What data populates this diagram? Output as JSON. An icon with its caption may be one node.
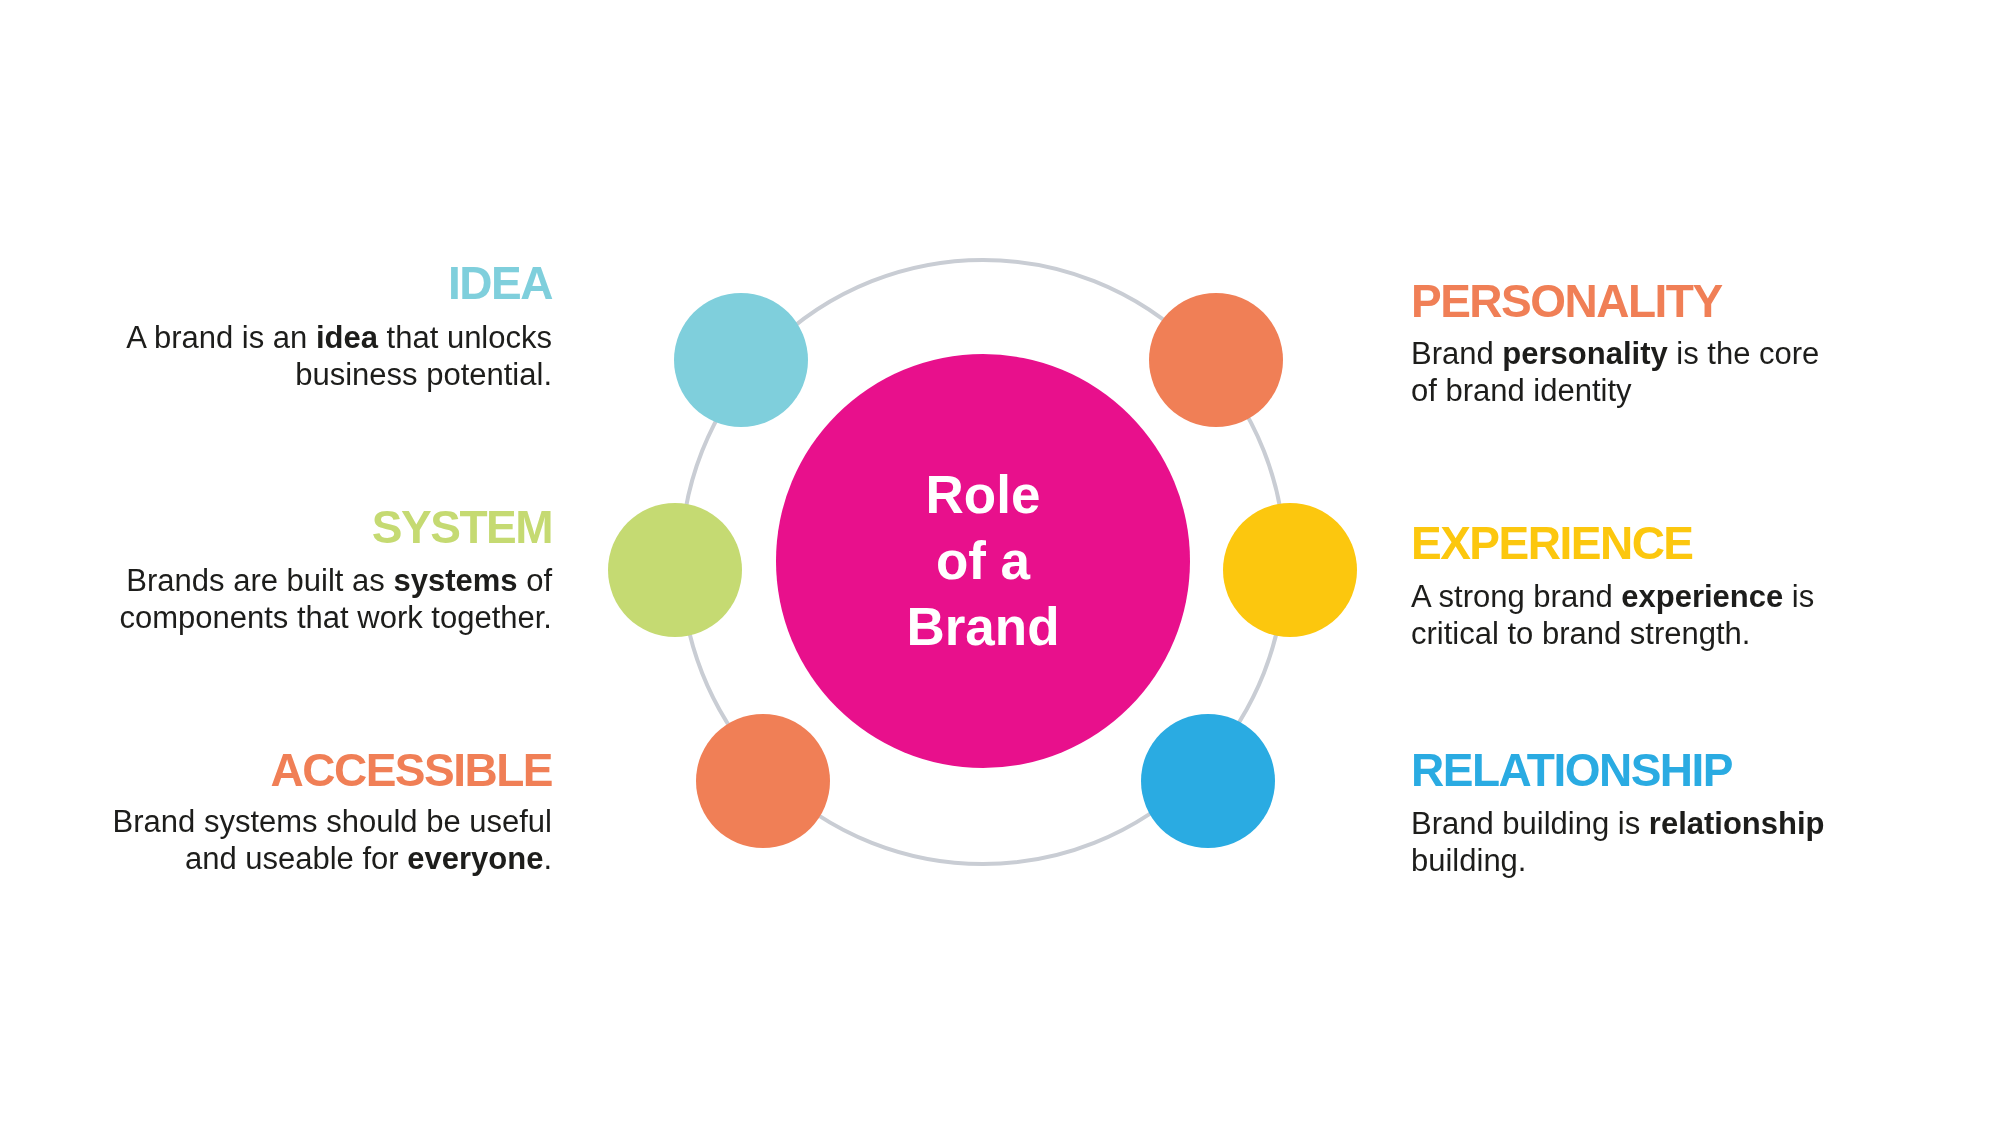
{
  "diagram": {
    "nodes": [
      {
        "text": [
          "Role of a Brand"
        ]
      },
      {
        "text": [],
        "shape": "circle",
        "beside": [
          "IDEA",
          "A brand is an **idea** that unlocks business potential."
        ]
      },
      {
        "text": [],
        "shape": "circle",
        "beside": [
          "SYSTEM",
          "Brands are built as **systems** of components that work together."
        ]
      },
      {
        "text": [],
        "shape": "circle",
        "beside": [
          "ACCESSIBLE",
          "Brand systems should be useful and useable for **everyone**."
        ]
      },
      {
        "text": [],
        "shape": "circle",
        "beside": [
          "PERSONALITY",
          "Brand **personality** is the core of brand identity"
        ]
      },
      {
        "text": [],
        "shape": "circle",
        "beside": [
          "EXPERIENCE",
          "A strong brand **experience** is critical to brand strength."
        ]
      },
      {
        "text": [],
        "shape": "circle",
        "beside": [
          "RELATIONSHIP",
          "Brand building is **relationship** building."
        ]
      }
    ]
  }
}
